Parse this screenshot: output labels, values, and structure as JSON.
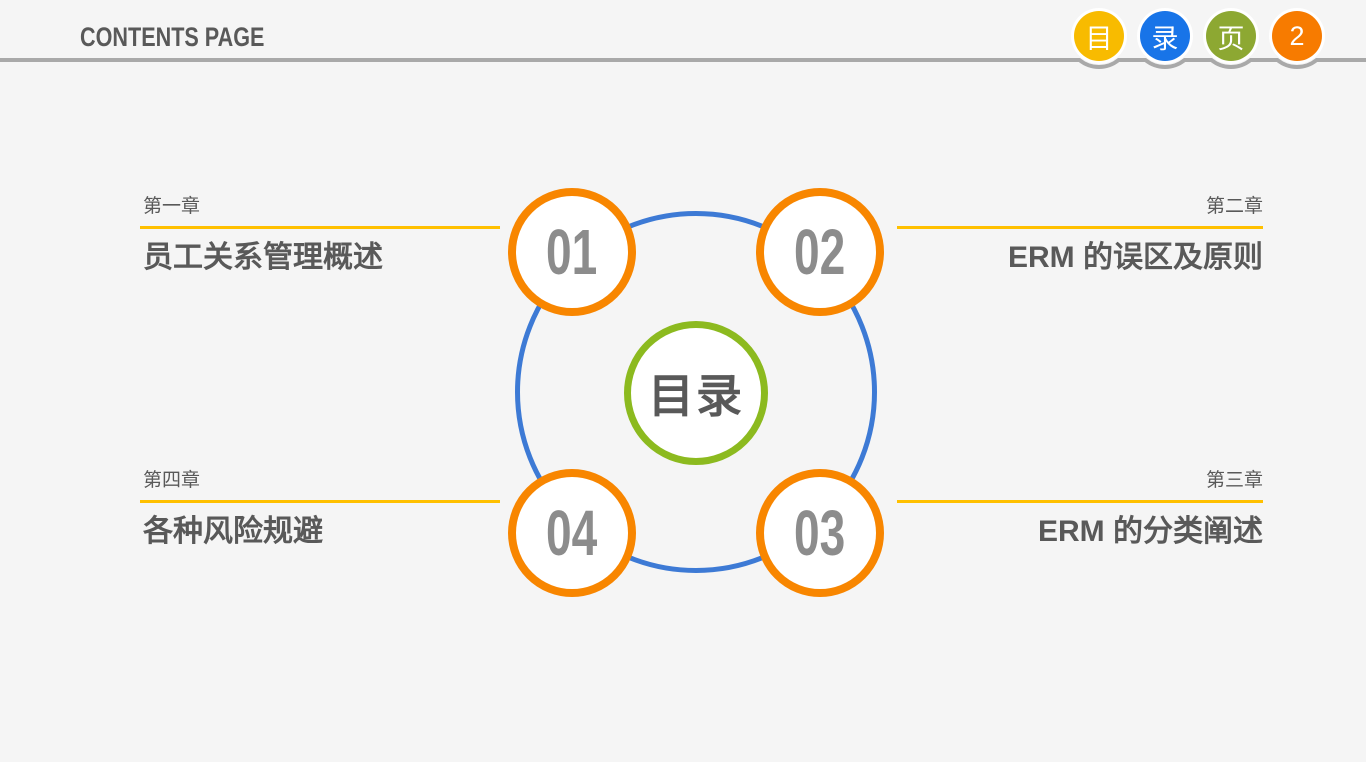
{
  "header": {
    "title": "CONTENTS PAGE",
    "page_badges": [
      {
        "label": "目",
        "color": "#f8bb00"
      },
      {
        "label": "录",
        "color": "#1874e8"
      },
      {
        "label": "页",
        "color": "#8da832"
      },
      {
        "label": "2",
        "color": "#f77b00"
      }
    ]
  },
  "diagram": {
    "center_label": "目录",
    "nodes": [
      {
        "number": "01"
      },
      {
        "number": "02"
      },
      {
        "number": "03"
      },
      {
        "number": "04"
      }
    ]
  },
  "sections": {
    "top_left": {
      "chapter": "第一章",
      "title": "员工关系管理概述"
    },
    "top_right": {
      "chapter": "第二章",
      "title": "ERM 的误区及原则"
    },
    "bottom_right": {
      "chapter": "第三章",
      "title": "ERM 的分类阐述"
    },
    "bottom_left": {
      "chapter": "第四章",
      "title": "各种风险规避"
    }
  },
  "colors": {
    "background": "#f5f5f5",
    "header_line": "#a9a9a9",
    "underline_yellow": "#ffc000",
    "ring_blue": "#3d7ad5",
    "node_orange": "#f88600",
    "center_green": "#8cba1f",
    "text_dark": "#595959",
    "number_gray": "#8c8c8c"
  }
}
